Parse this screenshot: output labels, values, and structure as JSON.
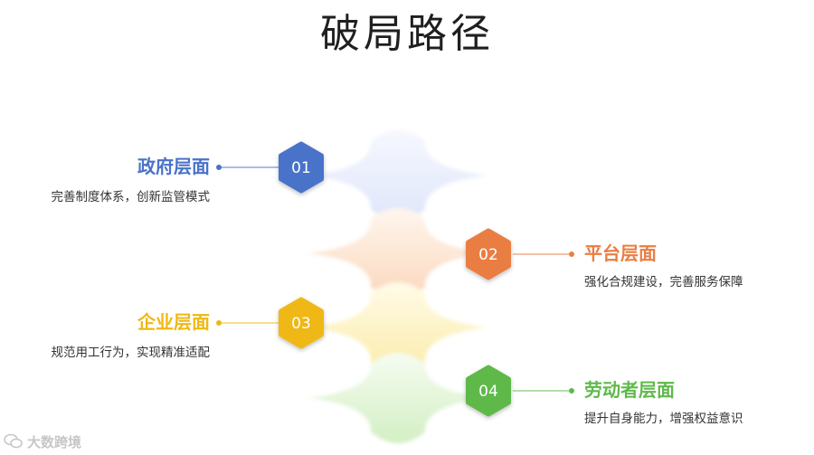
{
  "title": "破局路径",
  "levels": [
    {
      "number": "01",
      "title": "政府层面",
      "desc": "完善制度体系，创新监管模式",
      "color": "#4a72c9",
      "side": "left"
    },
    {
      "number": "02",
      "title": "平台层面",
      "desc": "强化合规建设，完善服务保障",
      "color": "#ea7e42",
      "side": "right"
    },
    {
      "number": "03",
      "title": "企业层面",
      "desc": "规范用工行为，实现精准适配",
      "color": "#efb812",
      "side": "left"
    },
    {
      "number": "04",
      "title": "劳动者层面",
      "desc": "提升自身能力，增强权益意识",
      "color": "#5fb94a",
      "side": "right"
    }
  ],
  "layer_colors": [
    "#e7edfb",
    "#fde6d4",
    "#fdf3c6",
    "#e3f4d8"
  ],
  "watermark": "大数跨境",
  "icons": {
    "watermark_logo": "wechat-logo-icon"
  }
}
